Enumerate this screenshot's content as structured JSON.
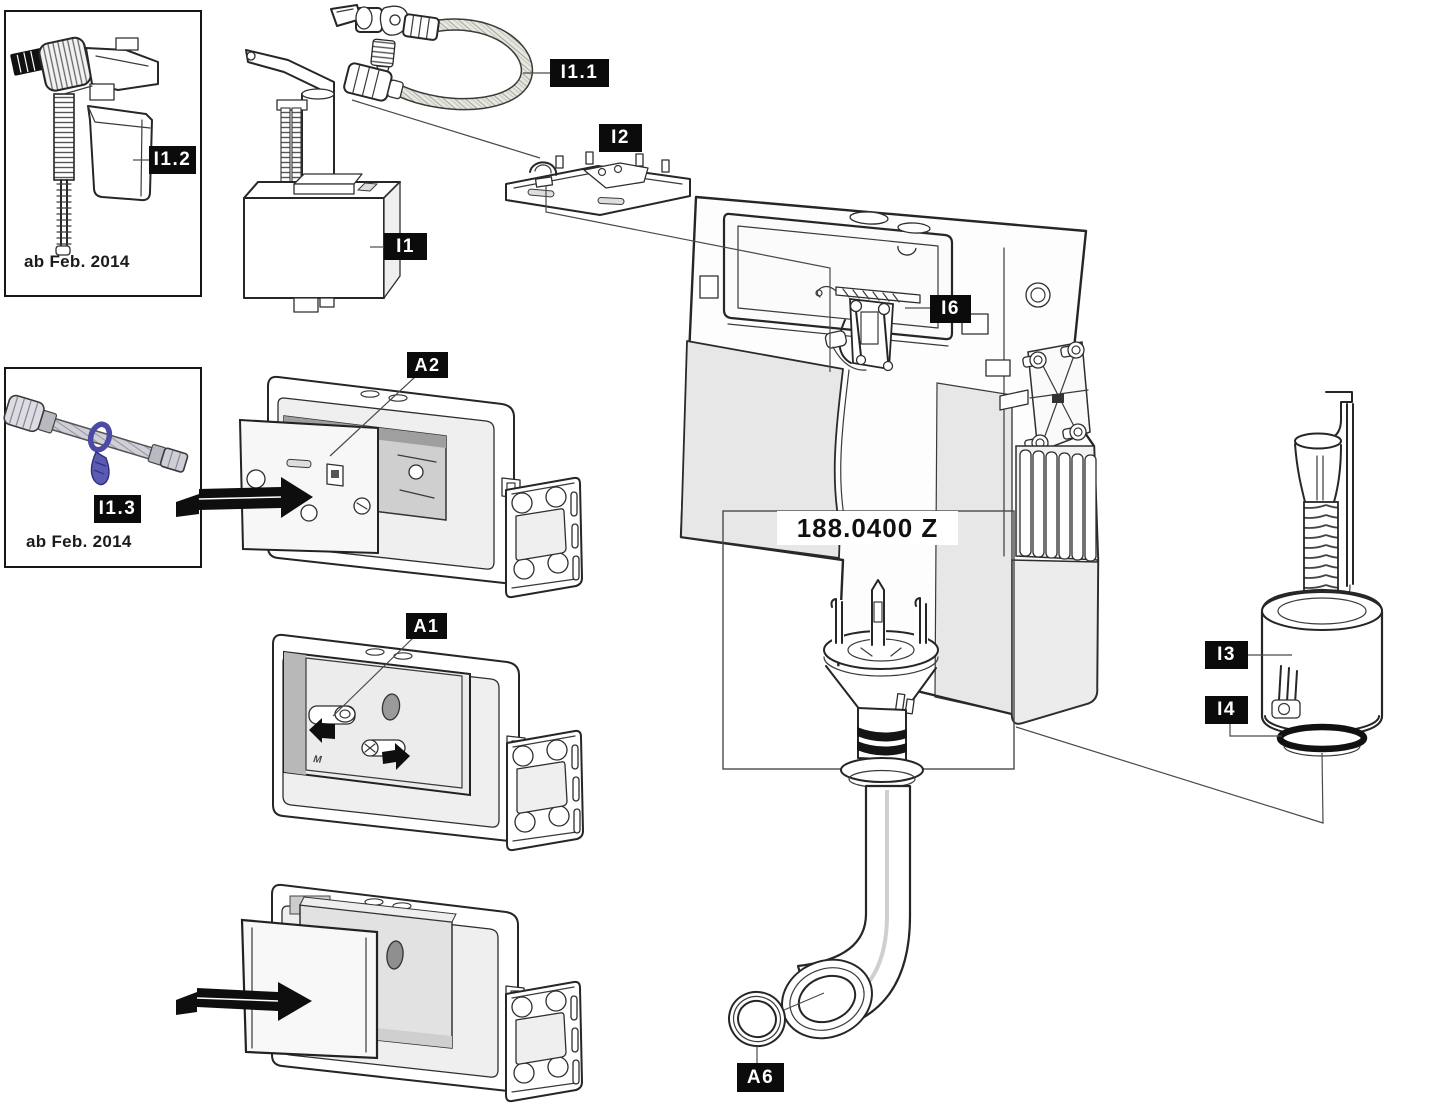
{
  "diagram": {
    "model_number": "188.0400 Z",
    "notes": {
      "fill_valve_note": "ab Feb. 2014",
      "hose_note": "ab Feb. 2014"
    },
    "badges": {
      "i1_1": "I1.1",
      "i1": "I1",
      "i1_2": "I1.2",
      "i1_3": "I1.3",
      "i2": "I2",
      "i6": "I6",
      "i3": "I3",
      "i4": "I4",
      "a1": "A1",
      "a2": "A2",
      "a6": "A6"
    },
    "window_mark": "M",
    "colors": {
      "line": "#262626",
      "shade": "#e7e7e7",
      "badge_bg": "#0b0b0b",
      "badge_text": "#ffffff",
      "clip_blue": "#4b4ba6",
      "hose_silver": "#cfcfd8",
      "seal_black": "#111111"
    }
  }
}
